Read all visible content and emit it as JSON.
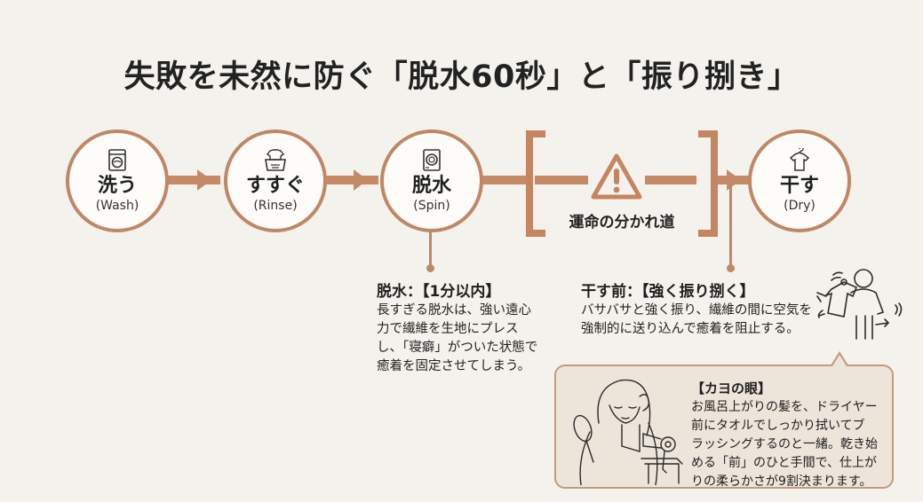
{
  "title": "失敗を未然に防ぐ「脱水60秒」と「振り捌き」",
  "colors": {
    "accent": "#c08766",
    "background": "#f4f2ec",
    "callout_bg": "#ede5da",
    "text": "#1e1e1e"
  },
  "steps": [
    {
      "label": "洗う",
      "sub": "(Wash)",
      "icon": "washing-machine-icon"
    },
    {
      "label": "すすぐ",
      "sub": "(Rinse)",
      "icon": "rinse-basin-icon"
    },
    {
      "label": "脱水",
      "sub": "(Spin)",
      "icon": "spin-dryer-icon"
    },
    {
      "label": "干す",
      "sub": "(Dry)",
      "icon": "hanger-shirt-icon"
    }
  ],
  "fork": {
    "label": "運命の分かれ道",
    "icon": "warning-icon"
  },
  "notes": {
    "spin": {
      "title": "脱水：【1分以内】",
      "lines": [
        "長すぎる脱水は、強い遠心",
        "力で繊維を生地にプレス",
        "し、「寝癖」がついた状態で",
        "癒着を固定させてしまう。"
      ]
    },
    "shake": {
      "title": "干す前：【強く振り捌く】",
      "lines": [
        "バサバサと強く振り、繊維の間に空気を",
        "強制的に送り込んで癒着を阻止する。"
      ]
    }
  },
  "callout": {
    "title": "【カヨの眼】",
    "lines": [
      "お風呂上がりの髪を、ドライヤー",
      "前にタオルでしっかり拭いてブ",
      "ラッシングするのと一緒。乾き始",
      "める「前」のひと手間で、仕上が",
      "りの柔らかさが9割決まります。"
    ]
  }
}
